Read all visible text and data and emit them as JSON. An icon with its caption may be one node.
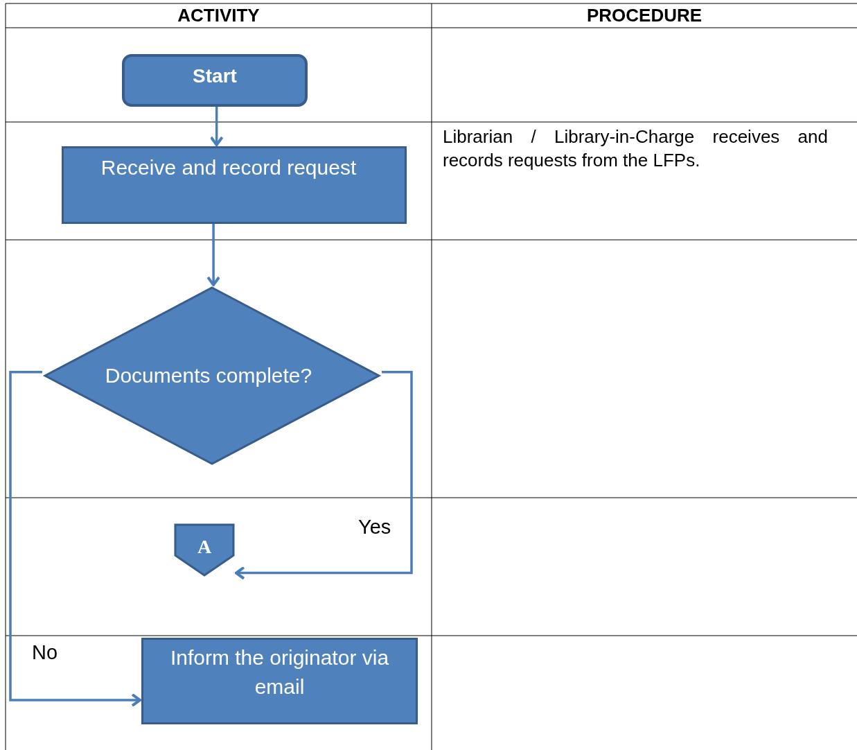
{
  "diagram": {
    "nodes": [
      {
        "text": [
          "Start"
        ]
      },
      {
        "text": [
          "Receive and record request"
        ]
      },
      {
        "text": [
          "Documents complete?"
        ]
      },
      {
        "text": [
          "A"
        ]
      },
      {
        "text": [
          "Inform the originator via email"
        ]
      }
    ],
    "edges": [
      {
        "from": 0,
        "to": 1,
        "arrow": "to"
      },
      {
        "from": 1,
        "to": 2,
        "arrow": "to"
      },
      {
        "from": 2,
        "to": 3,
        "arrow": "to",
        "label": "Yes"
      },
      {
        "from": 2,
        "to": 4,
        "arrow": "to",
        "label": "No"
      }
    ],
    "labels": [
      "ACTIVITY",
      "PROCEDURE",
      "Librarian / Library-in-Charge receives and records requests from the LFPs."
    ]
  }
}
